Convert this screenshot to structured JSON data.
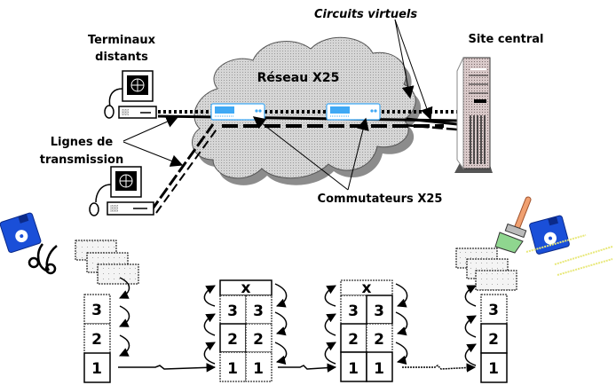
{
  "labels": {
    "terminals_line1": "Terminaux",
    "terminals_line2": "distants",
    "virtual_circuits": "Circuits virtuels",
    "central_site": "Site central",
    "network": "Réseau X25",
    "lines_line1": "Lignes de",
    "lines_line2": "transmission",
    "switches": "Commutateurs X25"
  },
  "stacks": {
    "sender": [
      "3",
      "2",
      "1"
    ],
    "switch1": {
      "header": "x",
      "rows": [
        [
          "3",
          "3"
        ],
        [
          "2",
          "2"
        ],
        [
          "1",
          "1"
        ]
      ]
    },
    "switch2": {
      "header": "x",
      "rows": [
        [
          "3",
          "3"
        ],
        [
          "2",
          "2"
        ],
        [
          "1",
          "1"
        ]
      ]
    },
    "receiver": [
      "3",
      "2",
      "1"
    ]
  },
  "icons": {
    "left_tools": [
      "floppy-disk-icon",
      "scissors-icon"
    ],
    "right_tools": [
      "paintbrush-icon",
      "floppy-disk-icon"
    ]
  },
  "colors": {
    "cloud": "#c8c8c8",
    "cloud_shadow": "#8c8c8c",
    "floppy": "#1a4fd8",
    "switch_accent": "#3fa9f5",
    "server": "#c9b6b6",
    "brush_handle": "#f0a070",
    "brush_bristles": "#8fd68f"
  }
}
